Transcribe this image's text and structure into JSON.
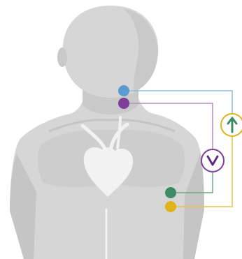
{
  "diagram": {
    "figure": "upper-body-with-heart",
    "colors": {
      "skin_light": "#d6d6d6",
      "skin_mid": "#c9c9c9",
      "skin_dark": "#b9b9b9",
      "vessel": "#f2f2f2",
      "background": "#ffffff"
    },
    "nodes": [
      {
        "id": "neck-blue",
        "icon": "connection-dot",
        "color": "#5b9bd1"
      },
      {
        "id": "neck-purple",
        "icon": "connection-dot",
        "color": "#7b3f98"
      },
      {
        "id": "arm-green",
        "icon": "connection-dot",
        "color": "#3d8a64"
      },
      {
        "id": "arm-yellow",
        "icon": "connection-dot",
        "color": "#e2b21c"
      }
    ],
    "connectors": [
      {
        "id": "blue-line",
        "color": "#8ebfd8"
      },
      {
        "id": "purple-line",
        "color": "#b98cc6"
      },
      {
        "id": "green-line",
        "color": "#6ea68a"
      },
      {
        "id": "yellow-line",
        "color": "#e6c449"
      }
    ],
    "badges": [
      {
        "id": "up-arrow",
        "icon": "up-arrow-icon",
        "ring_color": "#e2b21c",
        "glyph_color": "#3d8a64"
      },
      {
        "id": "down-chevron",
        "icon": "chevron-down-icon",
        "ring_color": "#7b3f98",
        "glyph_color": "#5b2d86"
      }
    ]
  }
}
